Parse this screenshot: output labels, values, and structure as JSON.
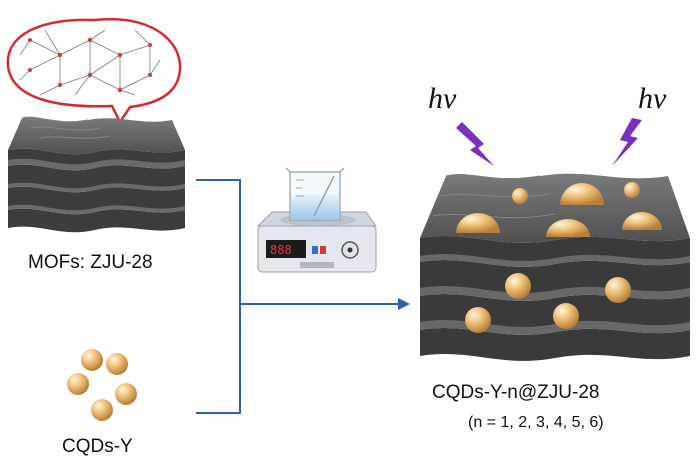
{
  "labels": {
    "mof": "MOFs: ZJU-28",
    "cqd": "CQDs-Y",
    "product": "CQDs-Y-n@ZJU-28",
    "product_sub": "(n = 1, 2, 3, 4, 5, 6)",
    "photon_left": "hν",
    "photon_right": "hν"
  },
  "colors": {
    "sheet_top": "#6a6a6a",
    "sheet_dark": "#3a3a3a",
    "arrow": "#2f5fb0",
    "bubble": "#d9282f",
    "dot": "#e8b870",
    "lightning": "#7b2fbf"
  }
}
